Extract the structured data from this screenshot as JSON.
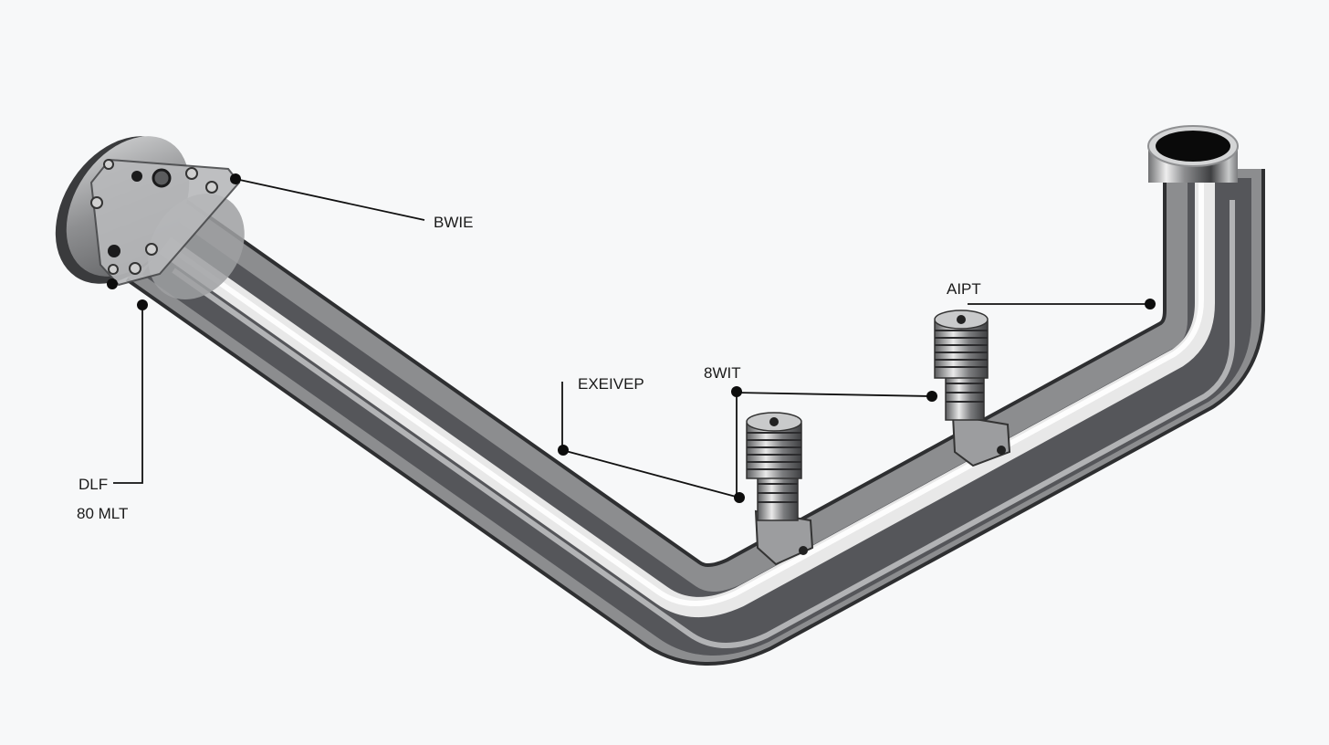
{
  "labels": {
    "bwie": "BWIE",
    "aipt": "AIPT",
    "exeivep": "EXEIVEP",
    "bwit": "8WIT",
    "dlf": "DLF",
    "mlt": "80 MLT"
  },
  "colors": {
    "background": "#f7f8f9",
    "steel_dark": "#3c3d3f",
    "steel_mid": "#8a8b8d",
    "steel_light": "#f2f2f2",
    "leader_line": "#111111"
  },
  "icons": {
    "flange": "flange-icon",
    "sensor_boss": "threaded-sensor-boss-icon",
    "pipe_outlet": "pipe-outlet-icon"
  }
}
